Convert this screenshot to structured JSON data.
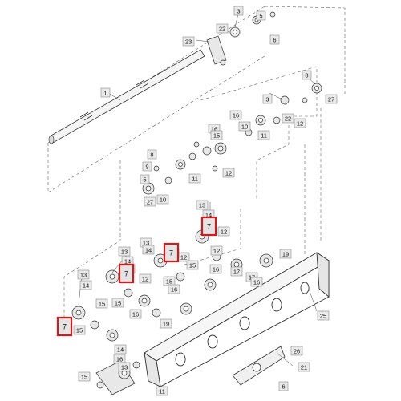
{
  "diagram": {
    "callouts": [
      {
        "id": "c1",
        "text": "3"
      },
      {
        "id": "c2",
        "text": "22"
      },
      {
        "id": "c3",
        "text": "5"
      },
      {
        "id": "c4",
        "text": "23"
      },
      {
        "id": "c5",
        "text": "6"
      },
      {
        "id": "c6",
        "text": "1"
      },
      {
        "id": "c7",
        "text": "8"
      },
      {
        "id": "c8",
        "text": "3"
      },
      {
        "id": "c9",
        "text": "27"
      },
      {
        "id": "c10",
        "text": "22"
      },
      {
        "id": "c11",
        "text": "16"
      },
      {
        "id": "c12",
        "text": "12"
      },
      {
        "id": "c13",
        "text": "16"
      },
      {
        "id": "c14",
        "text": "11"
      },
      {
        "id": "c15",
        "text": "10"
      },
      {
        "id": "c16",
        "text": "15"
      },
      {
        "id": "c17",
        "text": "8"
      },
      {
        "id": "c18",
        "text": "9"
      },
      {
        "id": "c19",
        "text": "5"
      },
      {
        "id": "c20",
        "text": "11"
      },
      {
        "id": "c21",
        "text": "12"
      },
      {
        "id": "c22",
        "text": "27"
      },
      {
        "id": "c23",
        "text": "10"
      },
      {
        "id": "c24",
        "text": "13"
      },
      {
        "id": "c25",
        "text": "14"
      },
      {
        "id": "c26",
        "text": "7"
      },
      {
        "id": "c27",
        "text": "12"
      },
      {
        "id": "c28",
        "text": "13"
      },
      {
        "id": "c29",
        "text": "14"
      },
      {
        "id": "c30",
        "text": "7"
      },
      {
        "id": "c31",
        "text": "12"
      },
      {
        "id": "c32",
        "text": "15"
      },
      {
        "id": "c33",
        "text": "16"
      },
      {
        "id": "c34",
        "text": "19"
      },
      {
        "id": "c35",
        "text": "17"
      },
      {
        "id": "c36",
        "text": "16"
      },
      {
        "id": "c37",
        "text": "13"
      },
      {
        "id": "c38",
        "text": "14"
      },
      {
        "id": "c39",
        "text": "7"
      },
      {
        "id": "c40",
        "text": "12"
      },
      {
        "id": "c41",
        "text": "15"
      },
      {
        "id": "c42",
        "text": "16"
      },
      {
        "id": "c43",
        "text": "25"
      },
      {
        "id": "c44",
        "text": "13"
      },
      {
        "id": "c45",
        "text": "14"
      },
      {
        "id": "c46",
        "text": "7"
      },
      {
        "id": "c47",
        "text": "15"
      },
      {
        "id": "c48",
        "text": "16"
      },
      {
        "id": "c49",
        "text": "12"
      },
      {
        "id": "c50",
        "text": "17"
      },
      {
        "id": "c51",
        "text": "19"
      },
      {
        "id": "c52",
        "text": "26"
      },
      {
        "id": "c53",
        "text": "14"
      },
      {
        "id": "c54",
        "text": "16"
      },
      {
        "id": "c55",
        "text": "13"
      },
      {
        "id": "c56",
        "text": "15"
      },
      {
        "id": "c57",
        "text": "21"
      },
      {
        "id": "c58",
        "text": "11"
      },
      {
        "id": "c59",
        "text": "6"
      },
      {
        "id": "c60",
        "text": "15"
      },
      {
        "id": "c61",
        "text": "15"
      }
    ],
    "highlighted_callouts": [
      {
        "id": "h1",
        "text": "7"
      },
      {
        "id": "h2",
        "text": "7"
      },
      {
        "id": "h3",
        "text": "7"
      },
      {
        "id": "h4",
        "text": "7"
      }
    ],
    "highlight_color": "#d41a1a",
    "line_color": "#555555"
  }
}
